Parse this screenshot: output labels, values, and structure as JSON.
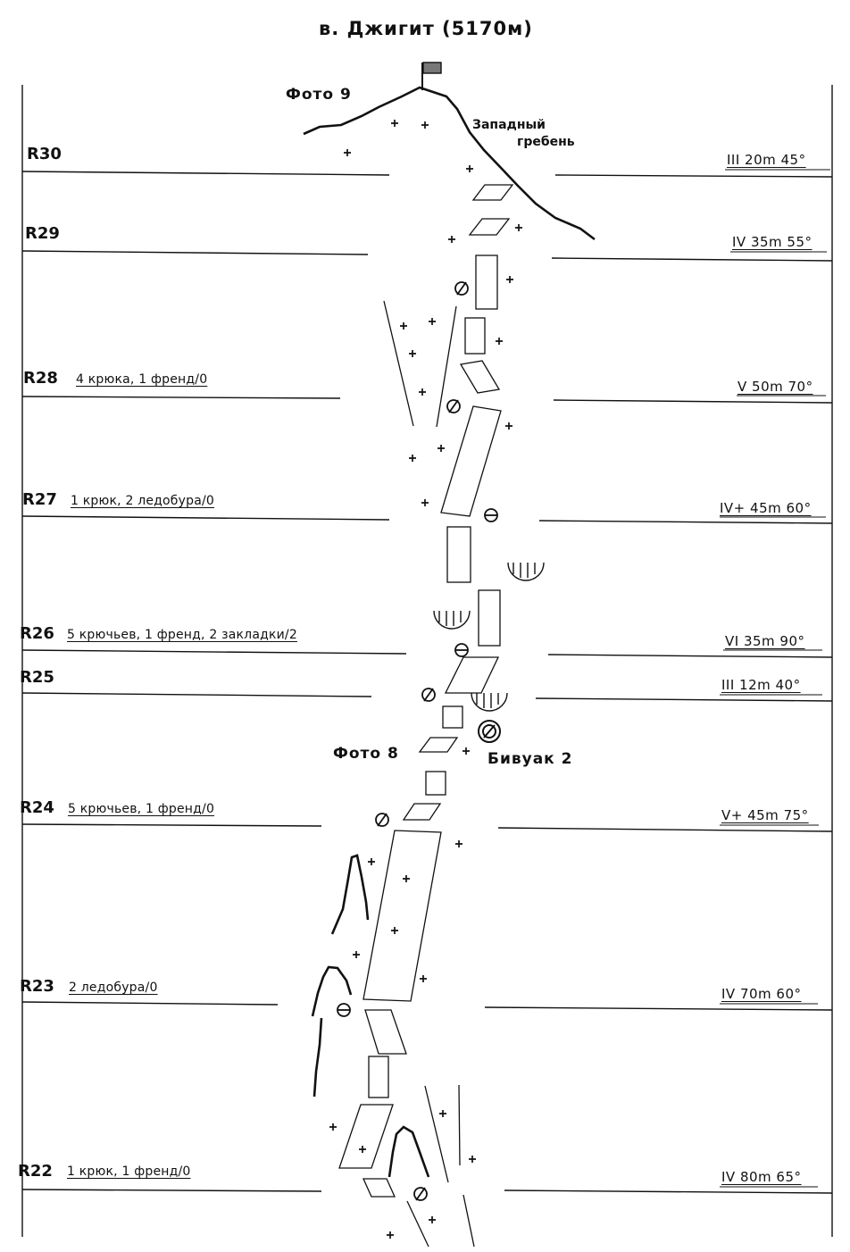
{
  "title": "в. Джигит (5170м)",
  "labels": {
    "photo9": "Фото 9",
    "photo8": "Фото 8",
    "ridge_line1": "Западный",
    "ridge_line2": "гребень",
    "bivouac": "Бивуак 2"
  },
  "pitches": [
    {
      "id": "R30",
      "equipment": "",
      "params": "III 20m 45°"
    },
    {
      "id": "R29",
      "equipment": "",
      "params": "IV 35m 55°"
    },
    {
      "id": "R28",
      "equipment": "4 крюка, 1 френд/0",
      "params": "V 50m 70°"
    },
    {
      "id": "R27",
      "equipment": "1 крюк, 2 ледобура/0",
      "params": "IV+ 45m 60°"
    },
    {
      "id": "R26",
      "equipment": "5 крючьев, 1 френд, 2 закладки/2",
      "params": "VI 35m 90°"
    },
    {
      "id": "R25",
      "equipment": "",
      "params": "III 12m 40°"
    },
    {
      "id": "R24",
      "equipment": "5 крючьев, 1 френд/0",
      "params": "V+ 45m 75°"
    },
    {
      "id": "R23",
      "equipment": "2 ледобура/0",
      "params": "IV 70m 60°"
    },
    {
      "id": "R22",
      "equipment": "1 крюк, 1 френд/0",
      "params": "IV 80m 65°"
    }
  ],
  "symbol_names": [
    "summit-flag-icon",
    "plus-marker-icon",
    "piton-symbol-icon",
    "ice-screw-symbol-icon",
    "bivouac-symbol-icon",
    "ice-hatched-symbol-icon"
  ]
}
